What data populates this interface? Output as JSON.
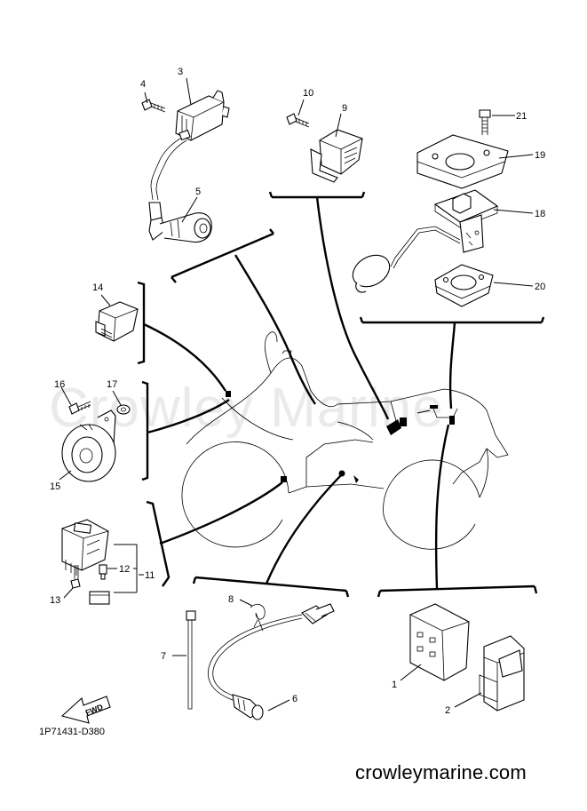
{
  "watermark": "Crowley Marine",
  "diagram_code": "1P71431-D380",
  "site_url": "crowleymarine.com",
  "fwd_label": "FWD",
  "callouts": {
    "c1": "1",
    "c2": "2",
    "c3": "3",
    "c4": "4",
    "c5": "5",
    "c6": "6",
    "c7": "7",
    "c8": "8",
    "c9": "9",
    "c10": "10",
    "c11": "11",
    "c12": "12",
    "c13": "13",
    "c14": "14",
    "c15": "15",
    "c16": "16",
    "c17": "17",
    "c18": "18",
    "c19": "19",
    "c20": "20",
    "c21": "21"
  }
}
